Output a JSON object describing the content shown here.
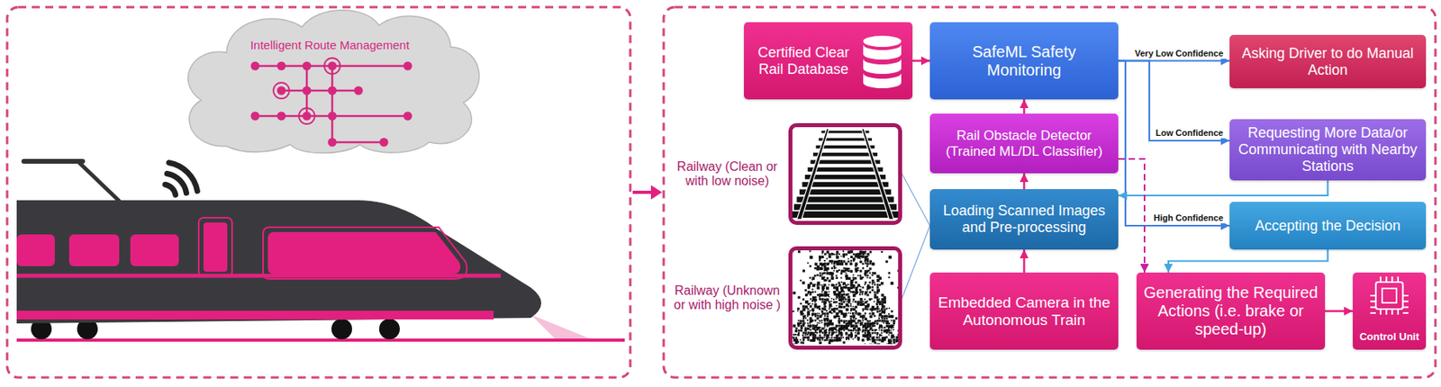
{
  "diagram": {
    "nodes": [
      {
        "text": [
          "Intelligent Route Management"
        ]
      },
      {
        "text": [
          "Certified Clear Rail Database"
        ]
      },
      {
        "text": [
          "SafeML Safety Monitoring"
        ]
      },
      {
        "text": [
          "Rail Obstacle Detector (Trained ML/DL Classifier)"
        ]
      },
      {
        "text": [
          "Loading Scanned Images and Pre-processing"
        ]
      },
      {
        "text": [
          "Embedded Camera in the Autonomous Train"
        ]
      },
      {
        "text": [
          "Railway (Clean or with low noise)"
        ]
      },
      {
        "text": [
          "Railway (Unknown or with high noise )"
        ]
      },
      {
        "text": [
          "Asking Driver to do Manual Action"
        ]
      },
      {
        "text": [
          "Requesting More Data/or Communicating with Nearby Stations"
        ]
      },
      {
        "text": [
          "Accepting the Decision"
        ]
      },
      {
        "text": [
          "Generating the Required Actions (i.e. brake or speed-up)"
        ]
      },
      {
        "text": [
          "Control Unit"
        ]
      }
    ],
    "edges": [
      {
        "from": 1,
        "to": 2,
        "arrow": "to"
      },
      {
        "from": 3,
        "to": 2,
        "arrow": "to"
      },
      {
        "from": 4,
        "to": 3,
        "arrow": "to"
      },
      {
        "from": 5,
        "to": 4,
        "arrow": "to"
      },
      {
        "from": 6,
        "to": 4,
        "arrow": "none"
      },
      {
        "from": 7,
        "to": 4,
        "arrow": "none"
      },
      {
        "from": 2,
        "to": 8,
        "label": "Very Low Confidence",
        "arrow": "to"
      },
      {
        "from": 2,
        "to": 9,
        "label": "Low Confidence",
        "arrow": "to"
      },
      {
        "from": 2,
        "to": 10,
        "label": "High Confidence",
        "arrow": "to"
      },
      {
        "from": 9,
        "to": 4,
        "arrow": "to"
      },
      {
        "from": 10,
        "to": 11,
        "arrow": "to"
      },
      {
        "from": 3,
        "to": 11,
        "arrow": "to"
      },
      {
        "from": 11,
        "to": 12,
        "arrow": "to"
      }
    ]
  }
}
